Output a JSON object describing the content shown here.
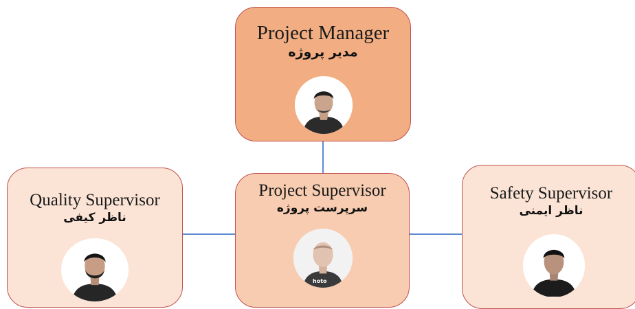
{
  "org_chart": {
    "manager": {
      "title_en": "Project Manager",
      "title_fa": "مدیر پروژه",
      "avatar_icon": "person-photo-icon",
      "fill": "#f2ae82"
    },
    "supervisor": {
      "title_en": "Project Supervisor",
      "title_fa": "سرپرست پروژه",
      "avatar_icon": "person-photo-icon",
      "fill": "#f7ccb0",
      "badge_text": "hoto"
    },
    "quality": {
      "title_en": "Quality Supervisor",
      "title_fa": "ناظر کیفی",
      "avatar_icon": "person-photo-icon",
      "fill": "#fbe4d6"
    },
    "safety": {
      "title_en": "Safety Supervisor",
      "title_fa": "ناظر ایمنی",
      "avatar_icon": "person-photo-icon",
      "fill": "#fbe4d6"
    },
    "colors": {
      "border": "#c0504d",
      "connector": "#5b8ad1"
    }
  }
}
